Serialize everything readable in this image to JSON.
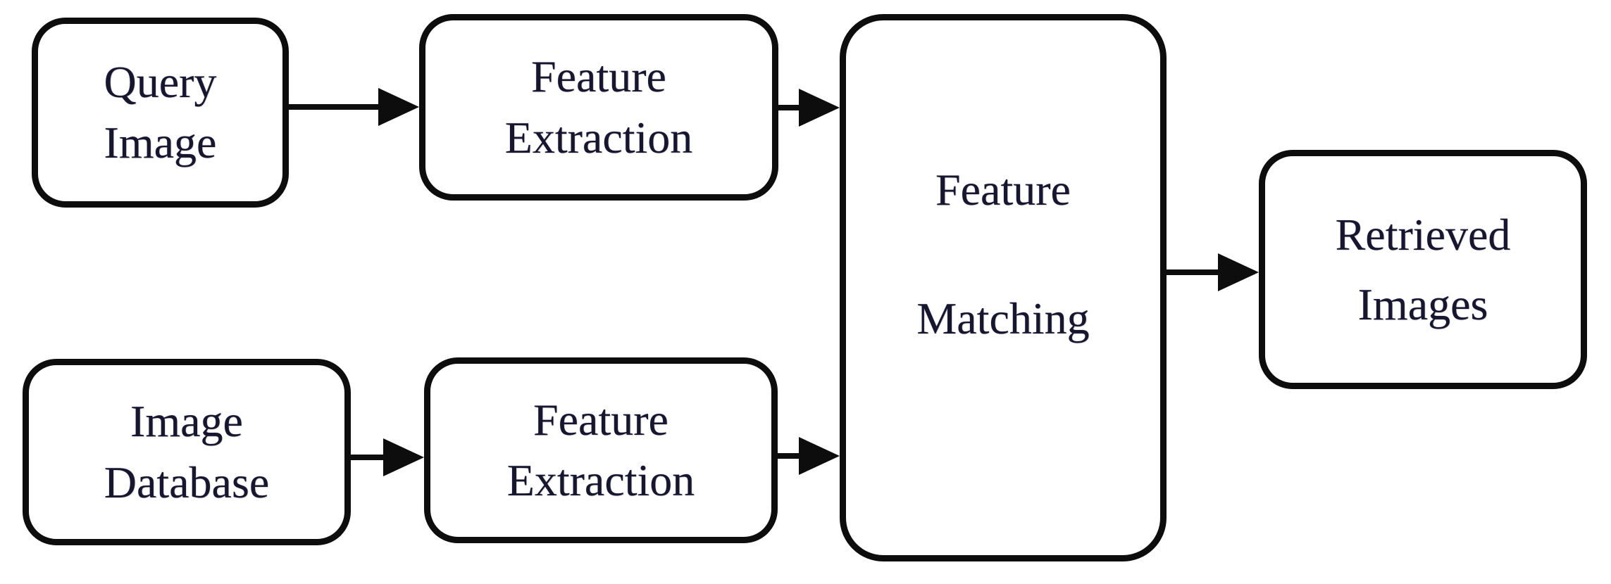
{
  "diagram": {
    "type": "flowchart",
    "description": "Block diagram of a content-based image retrieval pipeline",
    "colors": {
      "background": "#ffffff",
      "node_fill": "#ffffff",
      "stroke": "#0d0d0d",
      "text": "#16162e"
    },
    "nodes": [
      {
        "id": "query-image",
        "line1": "Query",
        "line2": "Image"
      },
      {
        "id": "feature-extraction-top",
        "line1": "Feature",
        "line2": "Extraction"
      },
      {
        "id": "feature-matching",
        "line1": "Feature",
        "line2": "Matching"
      },
      {
        "id": "retrieved-images",
        "line1": "Retrieved",
        "line2": "Images"
      },
      {
        "id": "image-database",
        "line1": "Image",
        "line2": "Database"
      },
      {
        "id": "feature-extraction-bottom",
        "line1": "Feature",
        "line2": "Extraction"
      }
    ],
    "edges": [
      {
        "from": "query-image",
        "to": "feature-extraction-top"
      },
      {
        "from": "feature-extraction-top",
        "to": "feature-matching"
      },
      {
        "from": "image-database",
        "to": "feature-extraction-bottom"
      },
      {
        "from": "feature-extraction-bottom",
        "to": "feature-matching"
      },
      {
        "from": "feature-matching",
        "to": "retrieved-images"
      }
    ]
  }
}
